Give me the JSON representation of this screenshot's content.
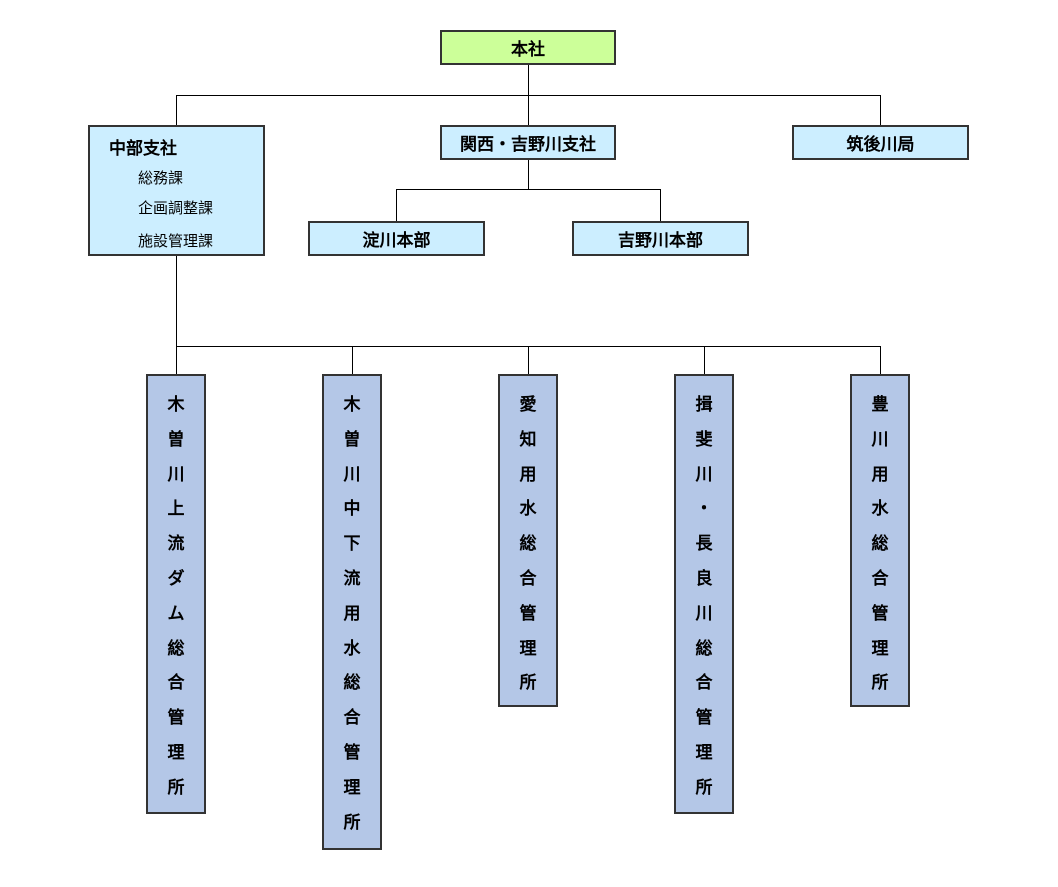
{
  "org": {
    "root": {
      "label": "本社",
      "color": "#ccff99"
    },
    "branches": [
      {
        "label": "中部支社",
        "color": "#cceeff",
        "sections": [
          "総務課",
          "企画調整課",
          "施設管理課"
        ]
      },
      {
        "label": "関西・吉野川支社",
        "color": "#cceeff"
      },
      {
        "label": "筑後川局",
        "color": "#cceeff"
      }
    ],
    "kansai_children": [
      {
        "label": "淀川本部",
        "color": "#cceeff"
      },
      {
        "label": "吉野川本部",
        "color": "#cceeff"
      }
    ],
    "offices": [
      {
        "label": "木曽川上流ダム総合管理所",
        "color": "#b4c7e7"
      },
      {
        "label": "木曽川中下流用水総合管理所",
        "color": "#b4c7e7"
      },
      {
        "label": "愛知用水総合管理所",
        "color": "#b4c7e7"
      },
      {
        "label": "揖斐川・長良川総合管理所",
        "color": "#b4c7e7"
      },
      {
        "label": "豊川用水総合管理所",
        "color": "#b4c7e7"
      }
    ]
  }
}
